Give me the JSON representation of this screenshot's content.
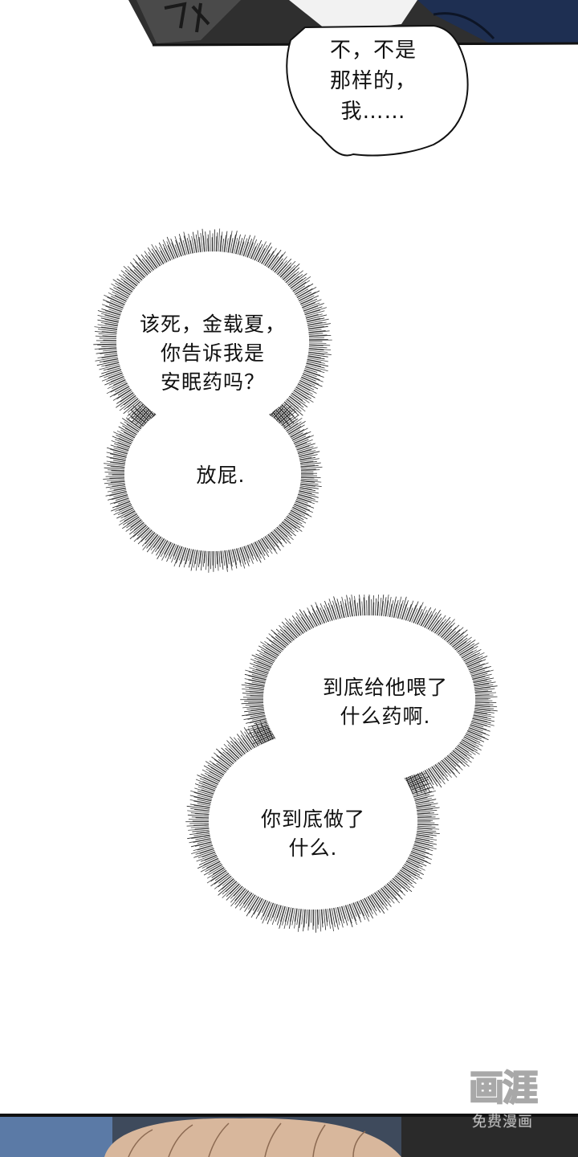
{
  "speech_bubble": {
    "lines": [
      "不，不是",
      "那样的，",
      "我……"
    ]
  },
  "thought_group_1": {
    "bubble_a": {
      "lines": [
        "该死，金载夏，",
        "你告诉我是",
        "安眠药吗？"
      ]
    },
    "bubble_b": {
      "lines": [
        "放屁."
      ]
    }
  },
  "thought_group_2": {
    "bubble_a": {
      "lines": [
        "到底给他喂了",
        "什么药啊."
      ]
    },
    "bubble_b": {
      "lines": [
        "你到底做了",
        "什么."
      ]
    }
  },
  "watermark": {
    "brand": "画涯",
    "subtitle": "免费漫画"
  },
  "colors": {
    "background": "#ffffff",
    "ink": "#111111",
    "panel_dark": "#3a3a3a",
    "panel_blue": "#1e2f52",
    "panel_skin": "#d8b79c"
  }
}
